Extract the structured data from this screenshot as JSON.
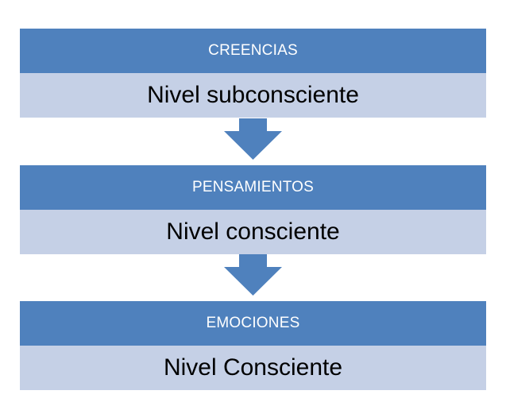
{
  "diagram": {
    "accent_color": "#4f81bd",
    "body_color": "#c5d0e6",
    "steps": [
      {
        "header": "CREENCIAS",
        "body": "Nivel subconsciente"
      },
      {
        "header": "PENSAMIENTOS",
        "body": "Nivel consciente"
      },
      {
        "header": "EMOCIONES",
        "body": "Nivel Consciente"
      }
    ],
    "connectors": [
      {
        "icon": "arrow-down-icon"
      },
      {
        "icon": "arrow-down-icon"
      }
    ]
  }
}
